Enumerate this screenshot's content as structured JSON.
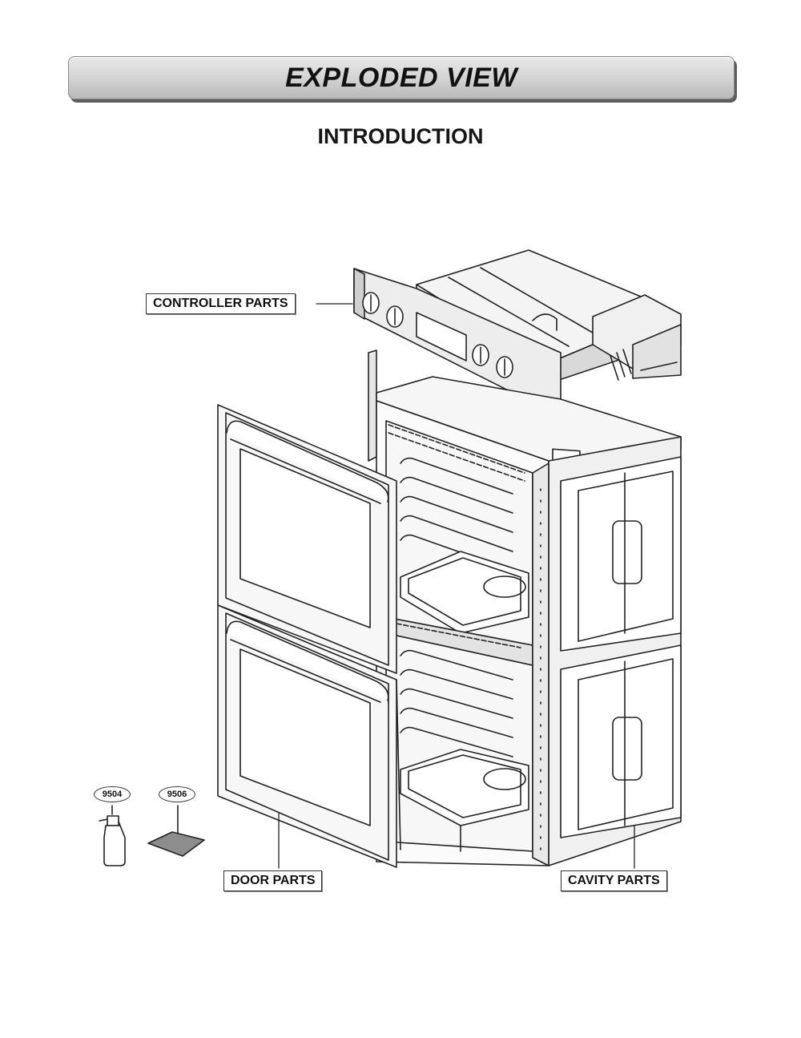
{
  "header": {
    "title": "EXPLODED VIEW"
  },
  "section": {
    "title": "INTRODUCTION"
  },
  "callouts": {
    "controller": "CONTROLLER PARTS",
    "door": "DOOR PARTS",
    "cavity": "CAVITY PARTS"
  },
  "parts": {
    "spray_bottle": "9504",
    "cleaning_pad": "9506"
  }
}
